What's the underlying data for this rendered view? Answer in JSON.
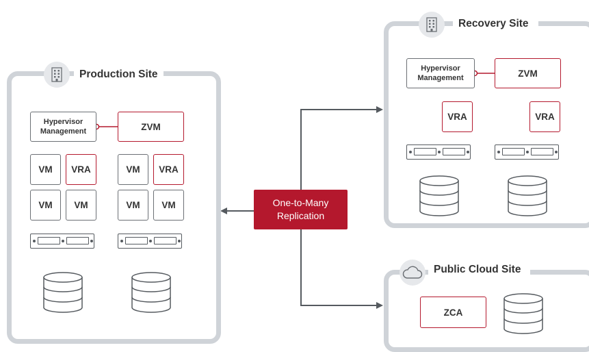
{
  "production": {
    "title": "Production Site",
    "hypervisor_label": "Hypervisor Management",
    "zvm_label": "ZVM",
    "hosts": [
      {
        "tiles": [
          "VM",
          "VRA",
          "VM",
          "VM"
        ]
      },
      {
        "tiles": [
          "VM",
          "VRA",
          "VM",
          "VM"
        ]
      }
    ]
  },
  "recovery": {
    "title": "Recovery Site",
    "hypervisor_label": "Hypervisor Management",
    "zvm_label": "ZVM",
    "vra_labels": [
      "VRA",
      "VRA"
    ]
  },
  "public_cloud": {
    "title": "Public Cloud Site",
    "zca_label": "ZCA"
  },
  "replication": {
    "line1": "One-to-Many",
    "line2": "Replication"
  },
  "colors": {
    "accent_red": "#b4182d",
    "frame_grey": "#cfd3d8",
    "line_grey": "#555a5f"
  },
  "icons": {
    "site_badge": "building-icon",
    "cloud_badge": "cloud-icon",
    "server": "server-icon",
    "storage": "database-icon"
  }
}
